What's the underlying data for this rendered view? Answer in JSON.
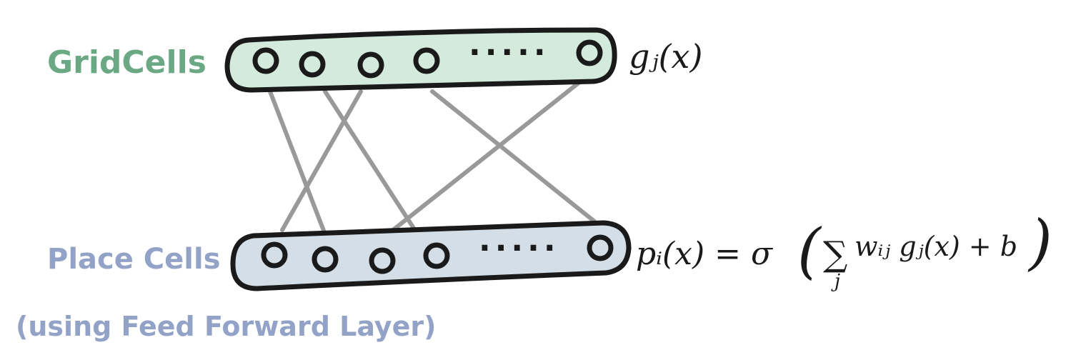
{
  "labels": {
    "grid_cells": "GridCells",
    "place_cells": "Place Cells",
    "note": "(using Feed Forward Layer)"
  },
  "grid_layer": {
    "formula": "gⱼ(x)",
    "dots": "·····",
    "fill_color": "#d4eadc"
  },
  "place_layer": {
    "formula_lhs": "pᵢ(x) = σ",
    "sum_symbol": "∑",
    "sum_index": "j",
    "formula_terms": "wᵢⱼ gⱼ(x) + b",
    "dots": "·····",
    "fill_color": "#d3dee6"
  },
  "colors": {
    "outline": "#1a1a1a",
    "connection": "#999999",
    "grid_label": "#6aa984",
    "place_label": "#93a3c7"
  }
}
